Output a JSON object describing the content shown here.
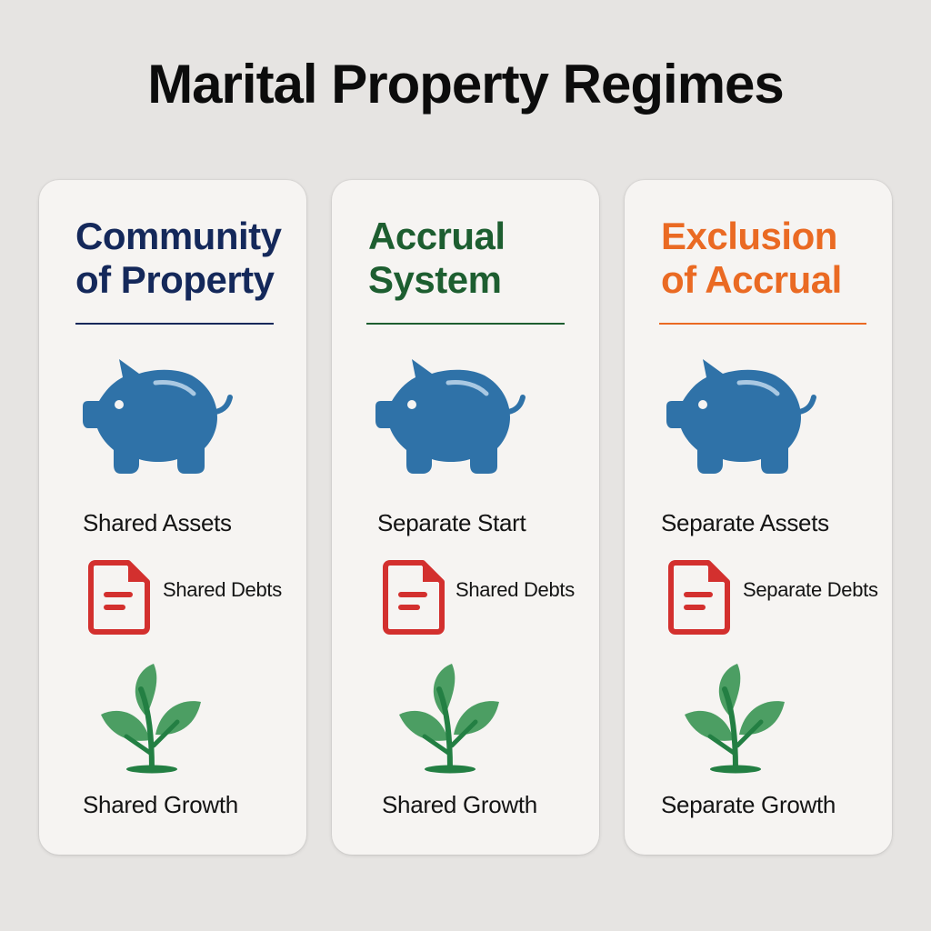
{
  "title": "Marital Property Regimes",
  "colors": {
    "background": "#e6e4e2",
    "card": "#f6f4f2",
    "piggy": "#2f72a8",
    "document": "#d3302e",
    "plant_leaf": "#4c9e63",
    "plant_stem": "#237f43"
  },
  "regimes": [
    {
      "title": "Community of Property",
      "accent": "#14285a",
      "icon_assets": "piggy-bank-icon",
      "assets": "Shared Assets",
      "icon_debts": "document-icon",
      "debts": "Shared Debts",
      "icon_growth": "plant-icon",
      "growth": "Shared Growth"
    },
    {
      "title": "Accrual System",
      "accent": "#1d5e30",
      "icon_assets": "piggy-bank-icon",
      "assets": "Separate Start",
      "icon_debts": "document-icon",
      "debts": "Shared Debts",
      "icon_growth": "plant-icon",
      "growth": "Shared Growth"
    },
    {
      "title": "Exclusion of Accrual",
      "accent": "#ea6a23",
      "icon_assets": "piggy-bank-icon",
      "assets": "Separate Assets",
      "icon_debts": "document-icon",
      "debts": "Separate Debts",
      "icon_growth": "plant-icon",
      "growth": "Separate Growth"
    }
  ]
}
